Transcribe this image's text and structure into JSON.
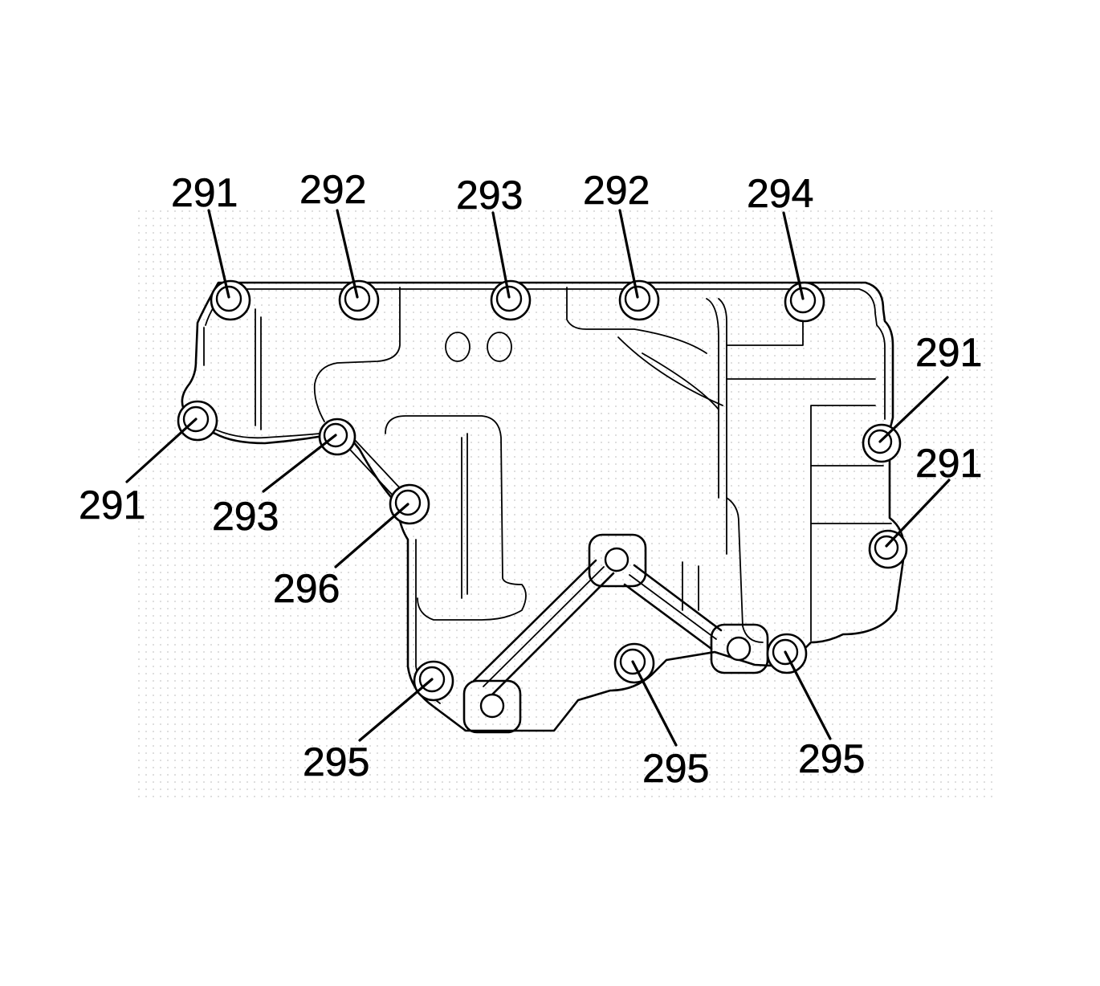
{
  "callouts": [
    {
      "id": "c1",
      "text": "291"
    },
    {
      "id": "c2",
      "text": "292"
    },
    {
      "id": "c3",
      "text": "293"
    },
    {
      "id": "c4",
      "text": "292"
    },
    {
      "id": "c5",
      "text": "294"
    },
    {
      "id": "c6",
      "text": "291"
    },
    {
      "id": "c7",
      "text": "291"
    },
    {
      "id": "c8",
      "text": "291"
    },
    {
      "id": "c9",
      "text": "293"
    },
    {
      "id": "c10",
      "text": "296"
    },
    {
      "id": "c11",
      "text": "295"
    },
    {
      "id": "c12",
      "text": "295"
    },
    {
      "id": "c13",
      "text": "295"
    }
  ]
}
